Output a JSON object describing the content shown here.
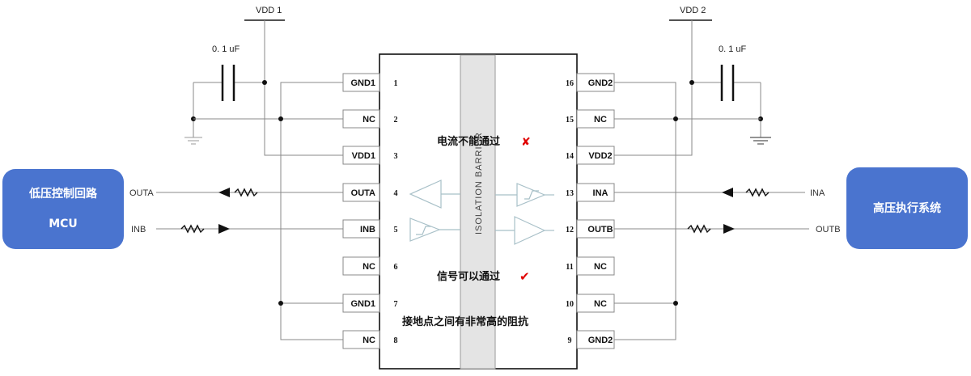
{
  "left_box": {
    "line1": "低压控制回路",
    "line2": "MCU",
    "color": "#4a74cf"
  },
  "right_box": {
    "line1": "高压执行系统",
    "color": "#4a74cf"
  },
  "supply": {
    "left": "VDD 1",
    "right": "VDD 2"
  },
  "capacitor": {
    "left": "0.  1 uF",
    "right": "0.  1 uF"
  },
  "barrier_label": "ISOLATION BARRIER",
  "left_pins": [
    {
      "num": "1",
      "label": "GND1"
    },
    {
      "num": "2",
      "label": "NC"
    },
    {
      "num": "3",
      "label": "VDD1"
    },
    {
      "num": "4",
      "label": "OUTA"
    },
    {
      "num": "5",
      "label": "INB"
    },
    {
      "num": "6",
      "label": "NC"
    },
    {
      "num": "7",
      "label": "GND1"
    },
    {
      "num": "8",
      "label": "NC"
    }
  ],
  "right_pins": [
    {
      "num": "16",
      "label": "GND2"
    },
    {
      "num": "15",
      "label": "NC"
    },
    {
      "num": "14",
      "label": "VDD2"
    },
    {
      "num": "13",
      "label": "INA"
    },
    {
      "num": "12",
      "label": "OUTB"
    },
    {
      "num": "11",
      "label": "NC"
    },
    {
      "num": "10",
      "label": "NC"
    },
    {
      "num": "9",
      "label": "GND2"
    }
  ],
  "signals": {
    "left_out": "OUTA",
    "left_in": "INB",
    "right_in": "INA",
    "right_out": "OUTB"
  },
  "annotations": {
    "current_blocked": "电流不能通过",
    "signal_passes": "信号可以通过",
    "high_impedance": "接地点之间有非常高的阻抗",
    "cross_mark": "✘",
    "check_mark": "✔"
  },
  "mark_color": "#e00000"
}
